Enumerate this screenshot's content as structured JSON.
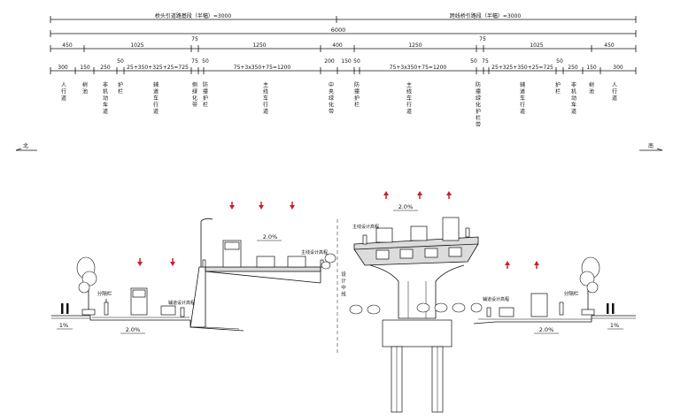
{
  "title_left": "桥头引道路基段（半幅）=3000",
  "title_right": "跨线桥引路段（半幅）=3000",
  "total_width": "6000",
  "row1": {
    "left": [
      "450",
      "1025",
      "1250"
    ],
    "center": "400",
    "right": [
      "1250",
      "1025",
      "450"
    ],
    "mark_left": "75",
    "mark_right": "75"
  },
  "row2": {
    "left": [
      "300",
      "150",
      "250",
      "25+350+325+25=725",
      "75",
      "50",
      "75+3x350+75=1200"
    ],
    "center": [
      "200",
      "150"
    ],
    "right": [
      "50",
      "75+3x350+75=1200",
      "50",
      "75",
      "25+325+350+25=725",
      "250",
      "150",
      "300"
    ],
    "mark_left": "50",
    "mark_right": "50"
  },
  "zone_labels_left": [
    "人行道",
    "树池",
    "非机动车道",
    "护栏",
    "辅道车行道",
    "侧绿化带",
    "防撞护栏",
    "主线车行道"
  ],
  "zone_label_center": "中央绿化带",
  "zone_labels_right": [
    "防撞护栏",
    "主线车行道",
    "防撞绿化护栏带",
    "辅道车行道",
    "护栏",
    "非机动车道",
    "树池",
    "人行道"
  ],
  "dir_left": "北",
  "dir_right": "南",
  "slopes": {
    "left_sidewalk": "1%",
    "left_aux": "2.0%",
    "left_main": "2.0%",
    "bridge": "2.0%",
    "right_aux": "2.0%",
    "right_sidewalk": "1%"
  },
  "callouts": {
    "sep_left": "分隔栏",
    "sep_right": "分隔栏",
    "aux_design_left": "辅道设计高程",
    "aux_design_right": "辅道设计高程",
    "main_design_left": "主线设计高程",
    "main_design_bridge": "主线设计高程",
    "design_centerline": "设计中线"
  },
  "colors": {
    "line": "#111111",
    "traffic_arrow": "#c8202a",
    "deck_fill": "#dcdcdc"
  }
}
